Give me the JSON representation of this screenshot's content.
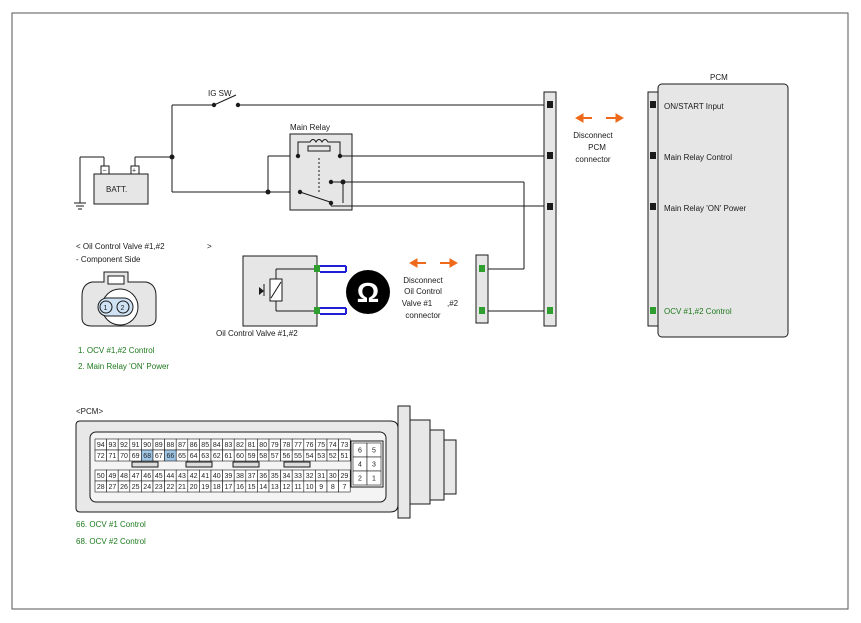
{
  "labels": {
    "ig_sw": "IG SW",
    "batt": "BATT.",
    "main_relay": "Main Relay",
    "ocv_title_line1": "< Oil Control Valve #1,#2",
    "ocv_title_bracket": ">",
    "ocv_title_line2": "- Component Side",
    "ocv_pin_1": "1",
    "ocv_pin_2": "2",
    "ocv_legend_1": "1.   OCV #1,#2 Control",
    "ocv_legend_2": "2.   Main Relay 'ON' Power",
    "ocv_component": "Oil Control Valve #1,#2",
    "disconnect_ocv": [
      "Disconnect",
      "Oil Control",
      "Valve #1",
      "connector"
    ],
    "disconnect_ocv_suffix": ",#2",
    "disconnect_pcm": [
      "Disconnect",
      "PCM",
      "connector"
    ],
    "pcm_title": "PCM",
    "pcm_on_start": "ON/START Input",
    "pcm_main_relay_control": "Main Relay Control",
    "pcm_main_relay_power": "Main Relay 'ON' Power",
    "pcm_ocv_control": "OCV #1,#2 Control",
    "pcm_connector_title": "<PCM>",
    "pcm_legend_66": "66. OCV #1 Control",
    "pcm_legend_68": "68. OCV #2 Control",
    "ohm_symbol": "Ω"
  },
  "pcm_connector": {
    "row1": [
      "94",
      "93",
      "92",
      "91",
      "90",
      "89",
      "88",
      "87",
      "86",
      "85",
      "84",
      "83",
      "82",
      "81",
      "80",
      "79",
      "78",
      "77",
      "76",
      "75",
      "74",
      "73"
    ],
    "row2": [
      "72",
      "71",
      "70",
      "69",
      "68",
      "67",
      "66",
      "65",
      "64",
      "63",
      "62",
      "61",
      "60",
      "59",
      "58",
      "57",
      "56",
      "55",
      "54",
      "53",
      "52",
      "51"
    ],
    "row3": [
      "50",
      "49",
      "48",
      "47",
      "46",
      "45",
      "44",
      "43",
      "42",
      "41",
      "40",
      "39",
      "38",
      "37",
      "36",
      "35",
      "34",
      "33",
      "32",
      "31",
      "30",
      "29"
    ],
    "row4": [
      "28",
      "27",
      "26",
      "25",
      "24",
      "23",
      "22",
      "21",
      "20",
      "19",
      "18",
      "17",
      "16",
      "15",
      "14",
      "13",
      "12",
      "11",
      "10",
      "9",
      "8",
      "7"
    ],
    "side_block": [
      [
        "6",
        "5"
      ],
      [
        "4",
        "3"
      ],
      [
        "2",
        "1"
      ]
    ],
    "highlight_pins": [
      "66",
      "68"
    ]
  },
  "colors": {
    "line": "#1a1a1a",
    "green_pin": "#2e9e2e",
    "probe_blue": "#1f1fd6",
    "arrow_orange": "#ee6a1a",
    "legend_green": "#1d7a1d",
    "box_gray": "#e6e6e6",
    "highlight_pin": "#9fc7e8"
  }
}
